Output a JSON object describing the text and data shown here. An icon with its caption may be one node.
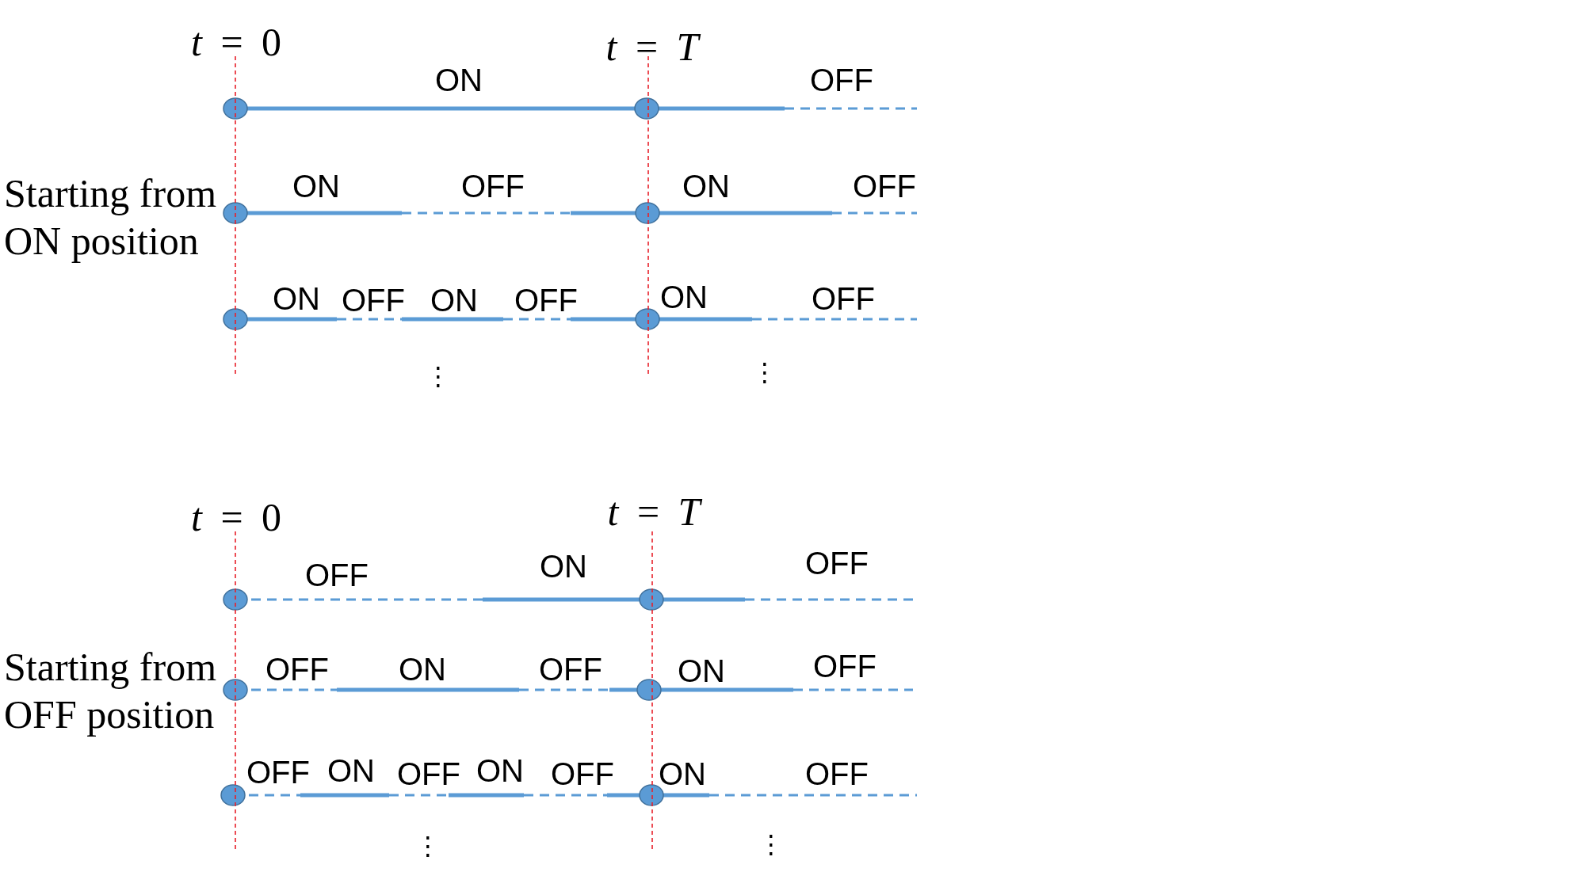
{
  "diagram": {
    "labels": [
      "*t* = 0",
      "*t* = *T*",
      "ON",
      "OFF",
      "Starting from ON position",
      "ON",
      "OFF",
      "ON",
      "OFF",
      "ON",
      "OFF",
      "ON",
      "OFF",
      "ON",
      "OFF",
      "⋮",
      "⋮",
      "*t* = 0",
      "*t* = *T*",
      "OFF",
      "ON",
      "OFF",
      "Starting from OFF position",
      "OFF",
      "ON",
      "OFF",
      "ON",
      "OFF",
      "OFF",
      "ON",
      "OFF",
      "ON",
      "OFF",
      "ON",
      "OFF",
      "⋮",
      "⋮"
    ]
  }
}
